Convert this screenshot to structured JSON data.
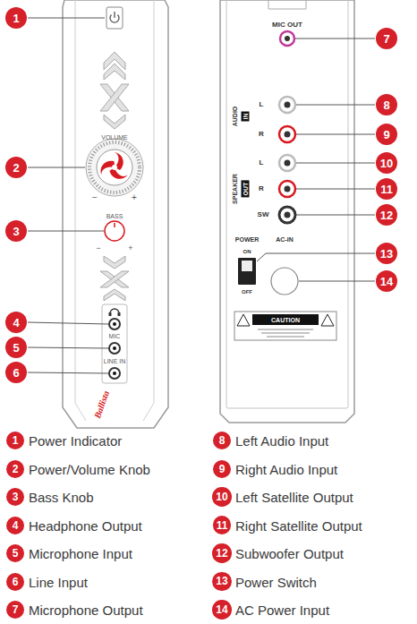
{
  "diagram": {
    "nodes": [
      {
        "text": [
          "1"
        ]
      },
      {
        "text": [
          "2"
        ]
      },
      {
        "text": [
          "3"
        ]
      },
      {
        "text": [
          "4"
        ]
      },
      {
        "text": [
          "5"
        ]
      },
      {
        "text": [
          "6"
        ]
      },
      {
        "text": [
          "7"
        ]
      },
      {
        "text": [
          "8"
        ]
      },
      {
        "text": [
          "9"
        ]
      },
      {
        "text": [
          "10"
        ]
      },
      {
        "text": [
          "11"
        ]
      },
      {
        "text": [
          "12"
        ]
      },
      {
        "text": [
          "13"
        ]
      },
      {
        "text": [
          "14"
        ]
      },
      {
        "text": [
          "1"
        ]
      },
      {
        "text": [
          "2"
        ]
      },
      {
        "text": [
          "3"
        ]
      },
      {
        "text": [
          "4"
        ]
      },
      {
        "text": [
          "5"
        ]
      },
      {
        "text": [
          "6"
        ]
      },
      {
        "text": [
          "7"
        ]
      },
      {
        "text": [
          "8"
        ]
      },
      {
        "text": [
          "9"
        ]
      },
      {
        "text": [
          "10"
        ]
      },
      {
        "text": [
          "11"
        ]
      },
      {
        "text": [
          "12"
        ]
      },
      {
        "text": [
          "13"
        ]
      },
      {
        "text": [
          "14"
        ]
      }
    ],
    "labels": [
      "VOLUME",
      "−",
      "+",
      "BASS",
      "−",
      "+",
      "MIC",
      "LINE IN",
      "Ballista",
      "MIC OUT",
      "L",
      "AUDIO",
      "IN",
      "R",
      "L",
      "SPEAKER",
      "OUT",
      "R",
      "SW",
      "POWER",
      "ON",
      "AC-IN",
      "OFF",
      "CAUTION",
      "Power Indicator",
      "Power/Volume Knob",
      "Bass Knob",
      "Headphone Output",
      "Microphone Input",
      "Line Input",
      "Microphone Output",
      "Left Audio Input",
      "Right Audio Input",
      "Left Satellite Output",
      "Right Satellite Output",
      "Subwoofer Output",
      "Power Switch",
      "AC Power Input"
    ]
  }
}
